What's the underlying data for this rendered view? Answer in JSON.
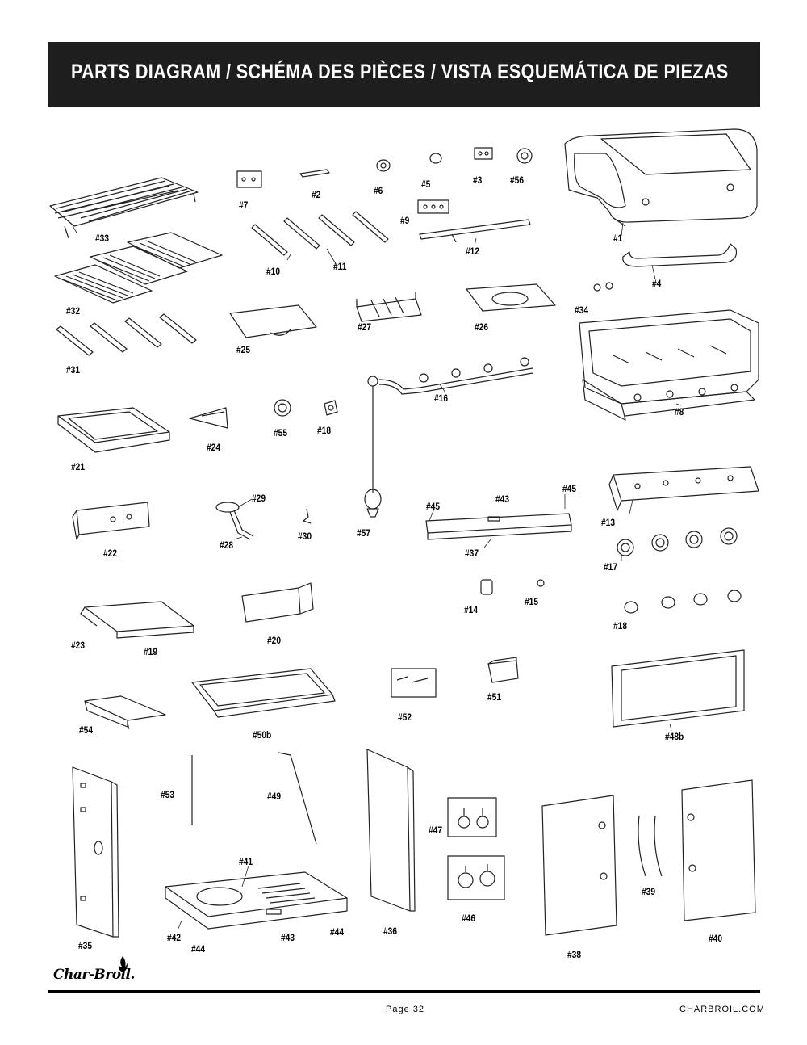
{
  "header": {
    "title": "PARTS DIAGRAM / SCHÉMA DES PIÈCES / VISTA ESQUEMÁTICA DE PIEZAS"
  },
  "labels": {
    "p1": "#1",
    "p2": "#2",
    "p3": "#3",
    "p4": "#4",
    "p5": "#5",
    "p6": "#6",
    "p7": "#7",
    "p8": "#8",
    "p9": "#9",
    "p10": "#10",
    "p11": "#11",
    "p12": "#12",
    "p13": "#13",
    "p14": "#14",
    "p15": "#15",
    "p16": "#16",
    "p17": "#17",
    "p18a": "#18",
    "p18b": "#18",
    "p19": "#19",
    "p20": "#20",
    "p21": "#21",
    "p22": "#22",
    "p23": "#23",
    "p24": "#24",
    "p25": "#25",
    "p26": "#26",
    "p27": "#27",
    "p28": "#28",
    "p29": "#29",
    "p30": "#30",
    "p31": "#31",
    "p32": "#32",
    "p33": "#33",
    "p34": "#34",
    "p35": "#35",
    "p36": "#36",
    "p37": "#37",
    "p38": "#38",
    "p39": "#39",
    "p40": "#40",
    "p41": "#41",
    "p42": "#42",
    "p43a": "#43",
    "p43b": "#43",
    "p44a": "#44",
    "p44b": "#44",
    "p45a": "#45",
    "p45b": "#45",
    "p46": "#46",
    "p47": "#47",
    "p48b": "#48b",
    "p49": "#49",
    "p50b": "#50b",
    "p51": "#51",
    "p52": "#52",
    "p53": "#53",
    "p54": "#54",
    "p55": "#55",
    "p56": "#56",
    "p57": "#57"
  },
  "footer": {
    "logo": "Char-Broil.",
    "page": "Page 32",
    "site": "CHARBROIL.COM"
  }
}
